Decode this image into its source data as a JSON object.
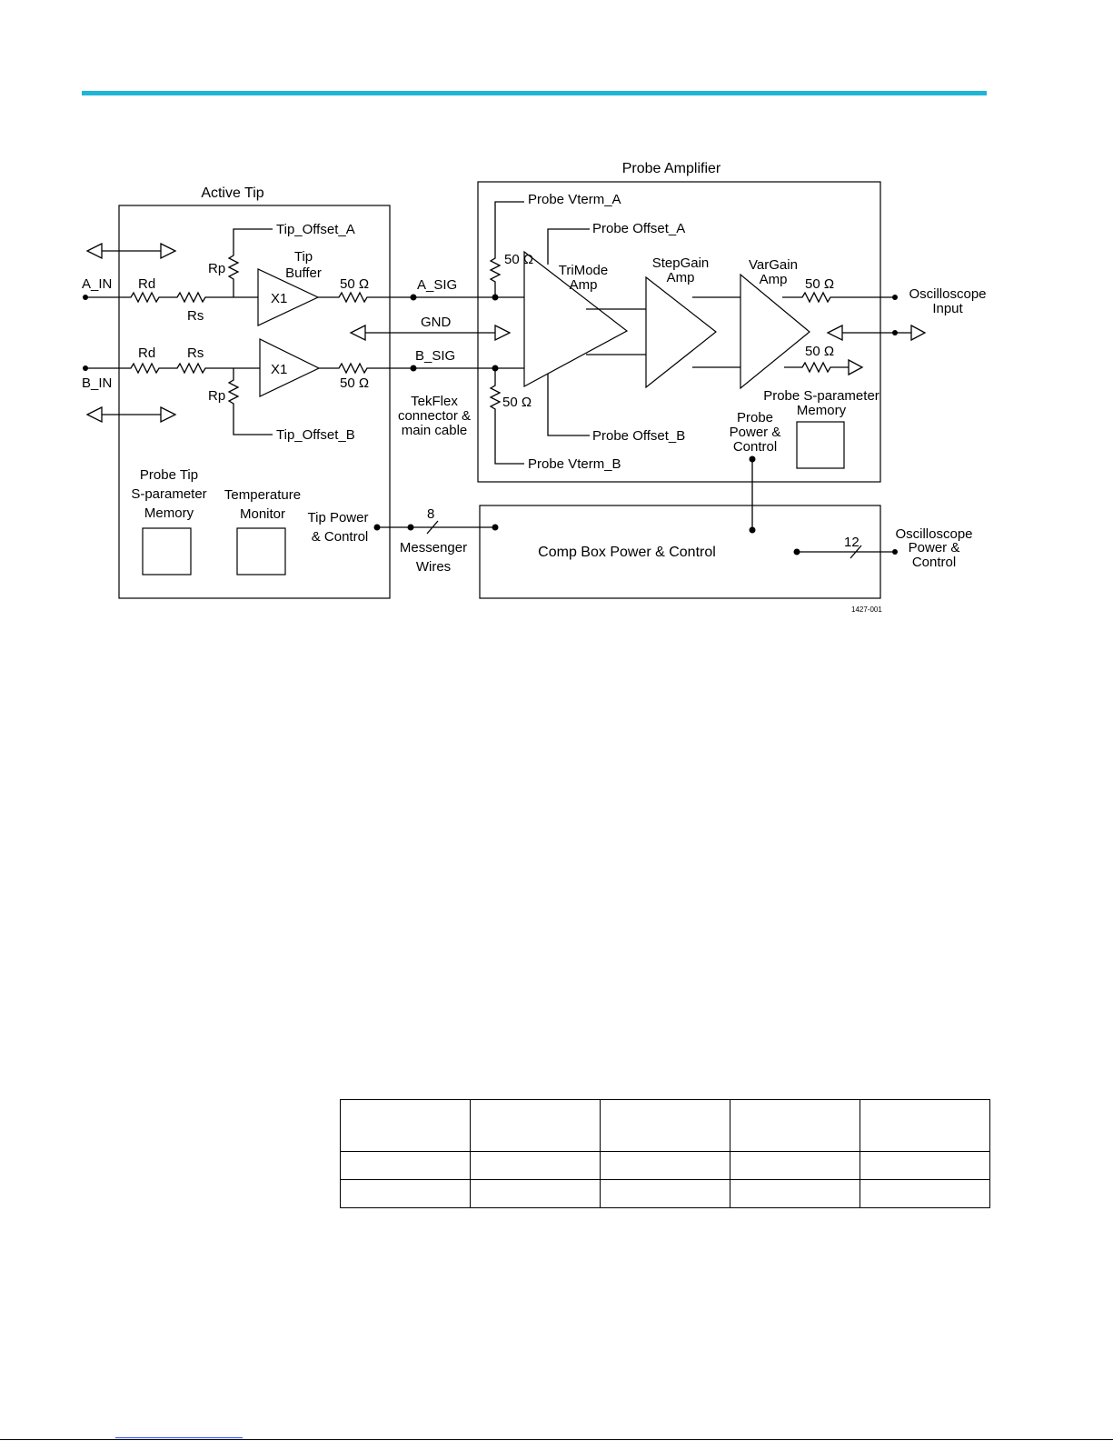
{
  "header": {
    "accent_color": "#1fb5d6"
  },
  "diagram": {
    "figure_id": "1427-001",
    "active_tip": {
      "title": "Active Tip",
      "a_in": "A_IN",
      "b_in": "B_IN",
      "rd": "Rd",
      "rs": "Rs",
      "rp": "Rp",
      "tip_offset_a": "Tip_Offset_A",
      "tip_offset_b": "Tip_Offset_B",
      "tip_buffer_line1": "Tip",
      "tip_buffer_line2": "Buffer",
      "buffer_gain": "X1",
      "r50": "50 Ω",
      "memory_line1": "Probe Tip",
      "memory_line2": "S-parameter",
      "memory_line3": "Memory",
      "temp_line1": "Temperature",
      "temp_line2": "Monitor",
      "power_line1": "Tip Power",
      "power_line2": "& Control"
    },
    "cable": {
      "a_sig": "A_SIG",
      "gnd": "GND",
      "b_sig": "B_SIG",
      "tekflex_line1": "TekFlex",
      "tekflex_line2": "connector &",
      "tekflex_line3": "main cable",
      "messenger_count": "8",
      "messenger_line1": "Messenger",
      "messenger_line2": "Wires"
    },
    "probe_amplifier": {
      "title": "Probe Amplifier",
      "vterm_a": "Probe Vterm_A",
      "vterm_b": "Probe Vterm_B",
      "offset_a": "Probe Offset_A",
      "offset_b": "Probe Offset_B",
      "r50": "50 Ω",
      "trimode_line1": "TriMode",
      "trimode_line2": "Amp",
      "stepgain_line1": "StepGain",
      "stepgain_line2": "Amp",
      "vargain_line1": "VarGain",
      "vargain_line2": "Amp",
      "power_line1": "Probe",
      "power_line2": "Power &",
      "power_line3": "Control",
      "memory_line1": "Probe S-parameter",
      "memory_line2": "Memory"
    },
    "comp_box": {
      "title": "Comp Box Power & Control",
      "bus_count": "12"
    },
    "scope": {
      "input_line1": "Oscilloscope",
      "input_line2": "Input",
      "power_line1": "Oscilloscope",
      "power_line2": "Power &",
      "power_line3": "Control"
    }
  },
  "table": {
    "columns": 5,
    "body_rows": 2
  }
}
